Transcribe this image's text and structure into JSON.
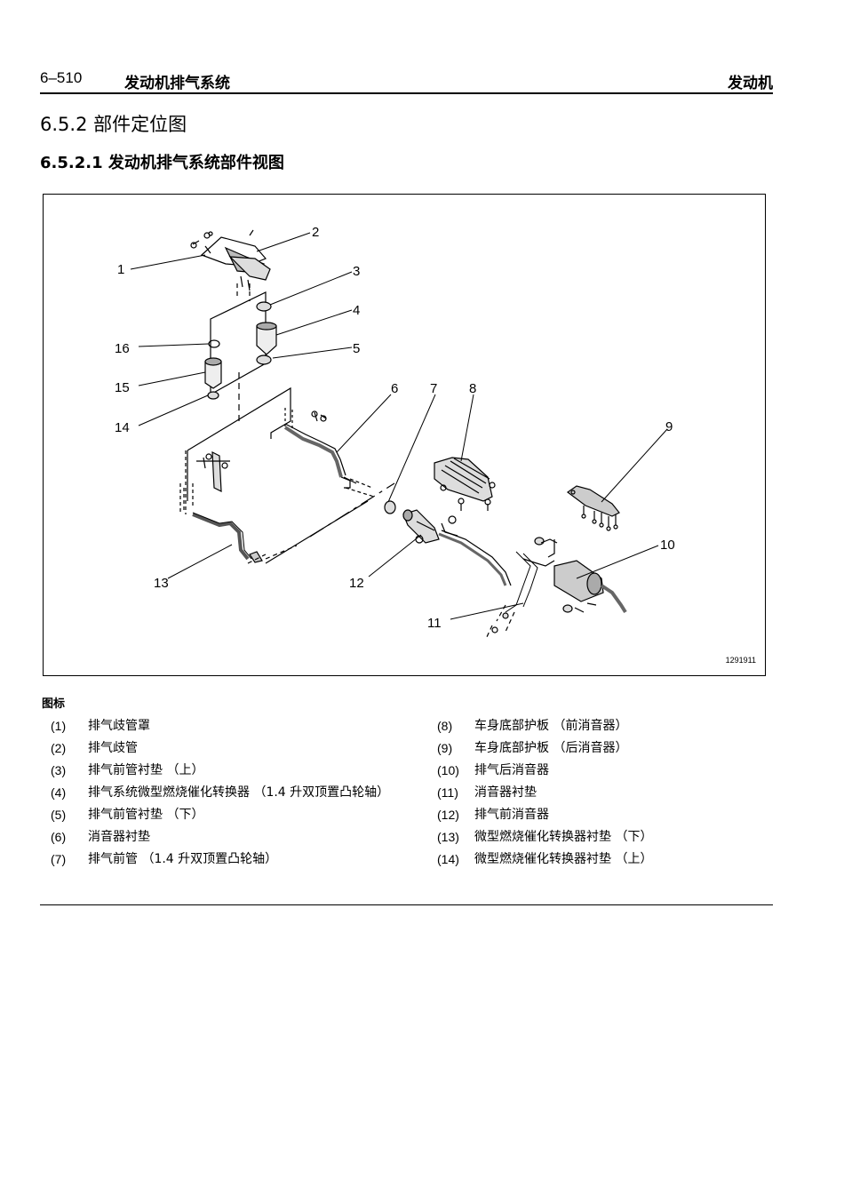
{
  "header": {
    "page_number": "6–510",
    "chapter": "发动机排气系统",
    "section": "发动机"
  },
  "headings": {
    "h1": "6.5.2 部件定位图",
    "h2": "6.5.2.1 发动机排气系统部件视图"
  },
  "figure": {
    "callouts": [
      "1",
      "2",
      "3",
      "4",
      "5",
      "6",
      "7",
      "8",
      "9",
      "10",
      "11",
      "12",
      "13",
      "14",
      "15",
      "16"
    ],
    "figure_id": "1291911"
  },
  "legend": {
    "title": "图标",
    "left": [
      {
        "num": "(1)",
        "text": "排气歧管罩"
      },
      {
        "num": "(2)",
        "text": "排气歧管"
      },
      {
        "num": "(3)",
        "text": "排气前管衬垫 （上）"
      },
      {
        "num": "(4)",
        "text": "排气系统微型燃烧催化转换器 （1.4 升双顶置凸轮轴）"
      },
      {
        "num": "(5)",
        "text": "排气前管衬垫 （下）"
      },
      {
        "num": "(6)",
        "text": "消音器衬垫"
      },
      {
        "num": "(7)",
        "text": "排气前管 （1.4 升双顶置凸轮轴）"
      }
    ],
    "right": [
      {
        "num": "(8)",
        "text": "车身底部护板 （前消音器）"
      },
      {
        "num": "(9)",
        "text": "车身底部护板 （后消音器）"
      },
      {
        "num": "(10)",
        "text": "排气后消音器"
      },
      {
        "num": "(11)",
        "text": "消音器衬垫"
      },
      {
        "num": "(12)",
        "text": "排气前消音器"
      },
      {
        "num": "(13)",
        "text": "微型燃烧催化转换器衬垫 （下）"
      },
      {
        "num": "(14)",
        "text": "微型燃烧催化转换器衬垫 （上）"
      }
    ]
  }
}
